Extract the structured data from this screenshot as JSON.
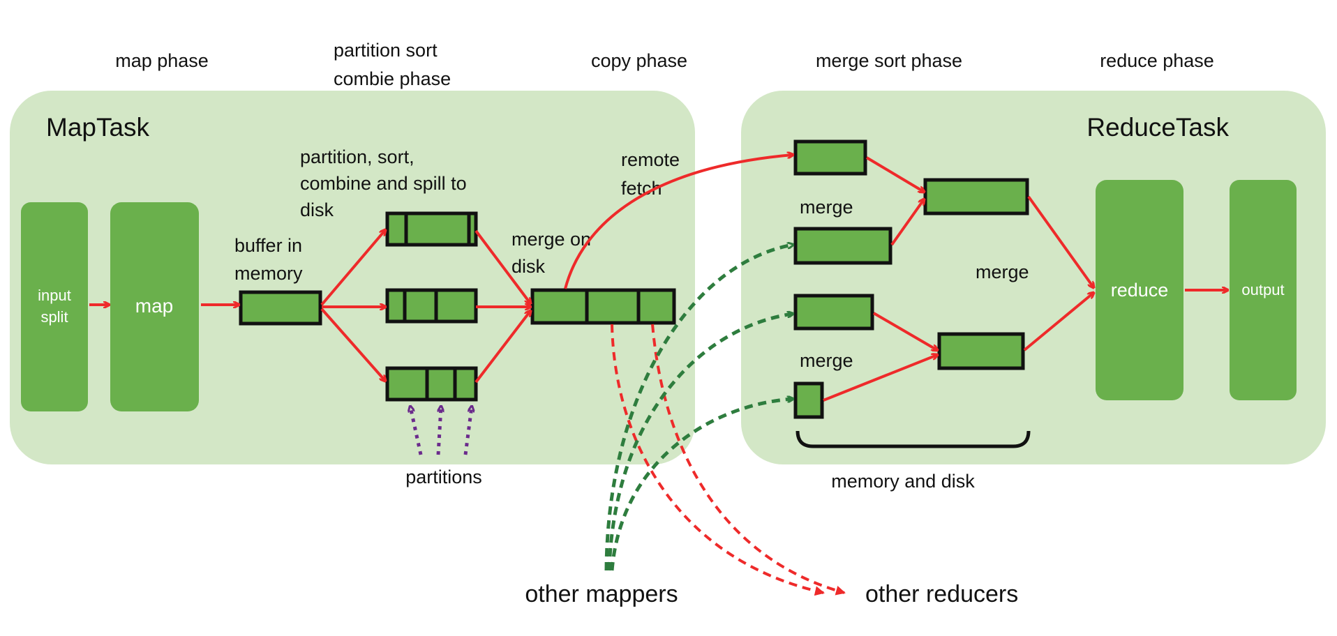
{
  "colors": {
    "panel": "#d3e7c6",
    "block": "#6ab04c",
    "block_border": "#111111",
    "flow": "#ee2a2a",
    "remote": "#2e7d3e",
    "partition_arrow": "#6b2b8c",
    "text": "#111111",
    "white_text": "#ffffff"
  },
  "phases": {
    "map": "map phase",
    "partition_line1": "partition sort",
    "partition_line2": "combie phase",
    "copy": "copy phase",
    "merge_sort": "merge sort phase",
    "reduce": "reduce phase"
  },
  "map_task": {
    "title": "MapTask",
    "input_split_line1": "input",
    "input_split_line2": "split",
    "map": "map",
    "buffer_line1": "buffer in",
    "buffer_line2": "memory",
    "spill_line1": "partition, sort,",
    "spill_line2": "combine and spill to",
    "spill_line3": "disk",
    "merge_on_disk_line1": "merge on",
    "merge_on_disk_line2": "disk",
    "remote_fetch_line1": "remote",
    "remote_fetch_line2": "fetch",
    "partitions": "partitions"
  },
  "reduce_task": {
    "title": "ReduceTask",
    "merge_top": "merge",
    "merge_middle": "merge",
    "merge_bottom": "merge",
    "memory_and_disk": "memory and disk",
    "reduce": "reduce",
    "output": "output"
  },
  "external": {
    "other_mappers": "other mappers",
    "other_reducers": "other reducers"
  }
}
